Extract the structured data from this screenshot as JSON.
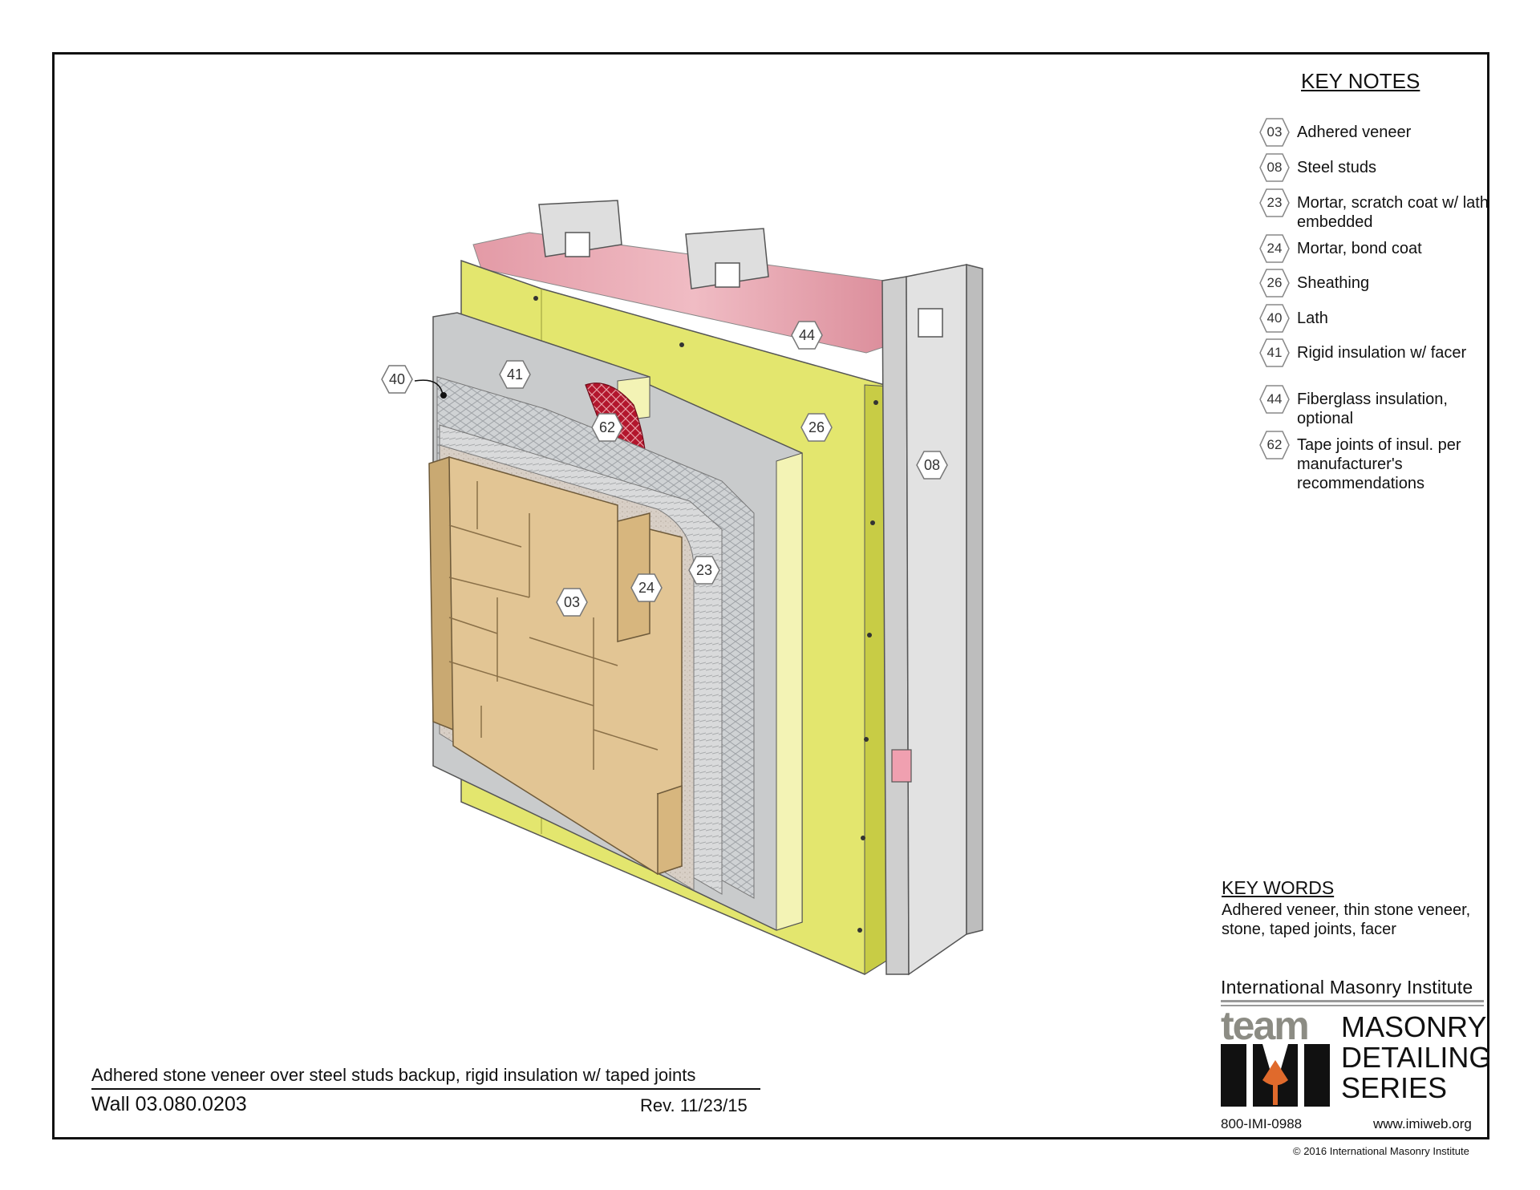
{
  "keynotes": {
    "title": "KEY NOTES",
    "items": [
      {
        "code": "03",
        "text": "Adhered veneer"
      },
      {
        "code": "08",
        "text": "Steel studs"
      },
      {
        "code": "23",
        "text": "Mortar, scratch coat w/ lath embedded"
      },
      {
        "code": "24",
        "text": "Mortar, bond coat"
      },
      {
        "code": "26",
        "text": "Sheathing"
      },
      {
        "code": "40",
        "text": "Lath"
      },
      {
        "code": "41",
        "text": "Rigid insulation w/ facer"
      },
      {
        "code": "44",
        "text": "Fiberglass insulation, optional"
      },
      {
        "code": "62",
        "text": "Tape joints of insul. per manufacturer's recommendations"
      }
    ]
  },
  "keywords": {
    "title": "KEY WORDS",
    "text": "Adhered veneer, thin stone veneer, stone, taped joints, facer"
  },
  "drawing": {
    "callouts": [
      "40",
      "41",
      "62",
      "44",
      "26",
      "08",
      "23",
      "24",
      "03"
    ]
  },
  "titleblock": {
    "caption": "Adhered stone veneer over steel studs backup, rigid insulation w/ taped joints",
    "wall_number": "Wall 03.080.0203",
    "revision": "Rev. 11/23/15"
  },
  "branding": {
    "org": "International Masonry Institute",
    "team": "team",
    "series_line1": "MASONRY",
    "series_line2": "DETAILING",
    "series_line3": "SERIES",
    "phone": "800-IMI-0988",
    "website": "www.imiweb.org",
    "copyright": "© 2016 International Masonry Institute"
  },
  "colors": {
    "frame": "#111111",
    "sheathing": "#e3e66e",
    "fiberglass": "#e8a3ad",
    "tape": "#b3162d",
    "stone": "#e2c594",
    "mortar": "#d8cfc6",
    "stud": "#dcdcdc",
    "rigid_insulation": "#c9cbcc"
  }
}
